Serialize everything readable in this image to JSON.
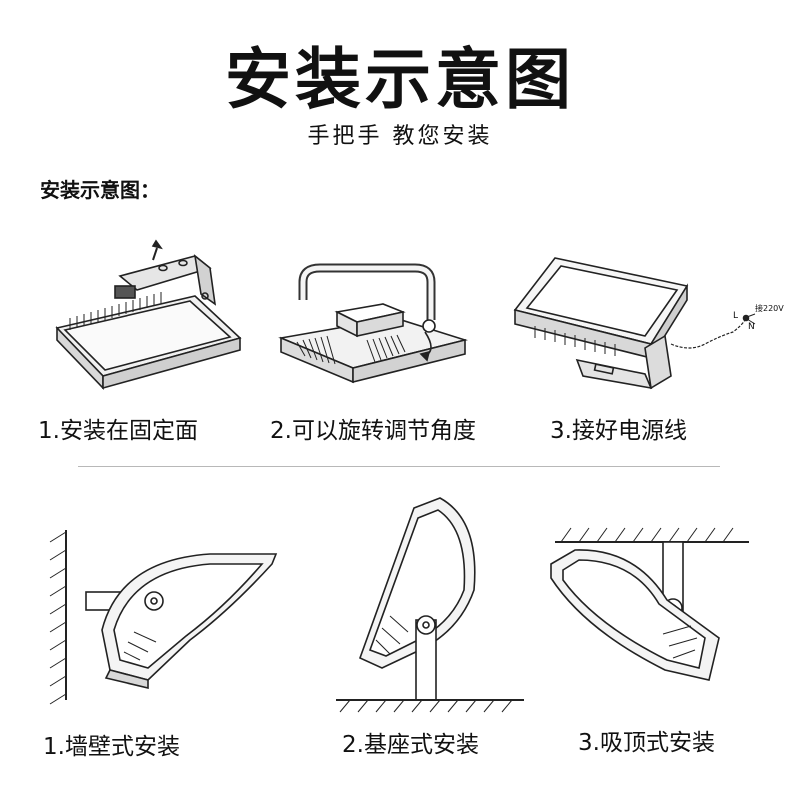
{
  "header": {
    "title": "安装示意图",
    "subtitle": "手把手 教您安装",
    "section_label": "安装示意图："
  },
  "steps": [
    {
      "label": "1.安装在固定面"
    },
    {
      "label": "2.可以旋转调节角度"
    },
    {
      "label": "3.接好电源线",
      "wire_labels": {
        "voltage": "接220V",
        "l": "L",
        "n": "N"
      }
    }
  ],
  "mounts": [
    {
      "label": "1.墙壁式安装"
    },
    {
      "label": "2.基座式安装"
    },
    {
      "label": "3.吸顶式安装"
    }
  ]
}
